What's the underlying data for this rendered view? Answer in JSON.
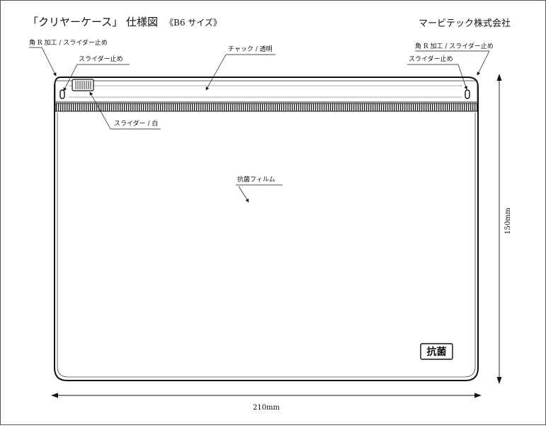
{
  "header": {
    "title": "「クリヤーケース」 仕様図",
    "subtitle": "《B6 サイズ》",
    "company": "マービテック株式会社"
  },
  "labels": {
    "corner_left": "角 R 加工 / スライダー止め",
    "stopper_left": "スライダー止め",
    "zipper": "チャック / 透明",
    "corner_right": "角 R 加工 / スライダー止め",
    "stopper_right": "スライダー止め",
    "slider": "スライダー / 白",
    "film": "抗菌フィルム"
  },
  "dimensions": {
    "width": "210mm",
    "height": "150mm"
  },
  "badge": {
    "text": "抗菌"
  },
  "icons": {
    "slider": "zipper-slider-icon",
    "stopper": "slider-stopper-icon"
  }
}
